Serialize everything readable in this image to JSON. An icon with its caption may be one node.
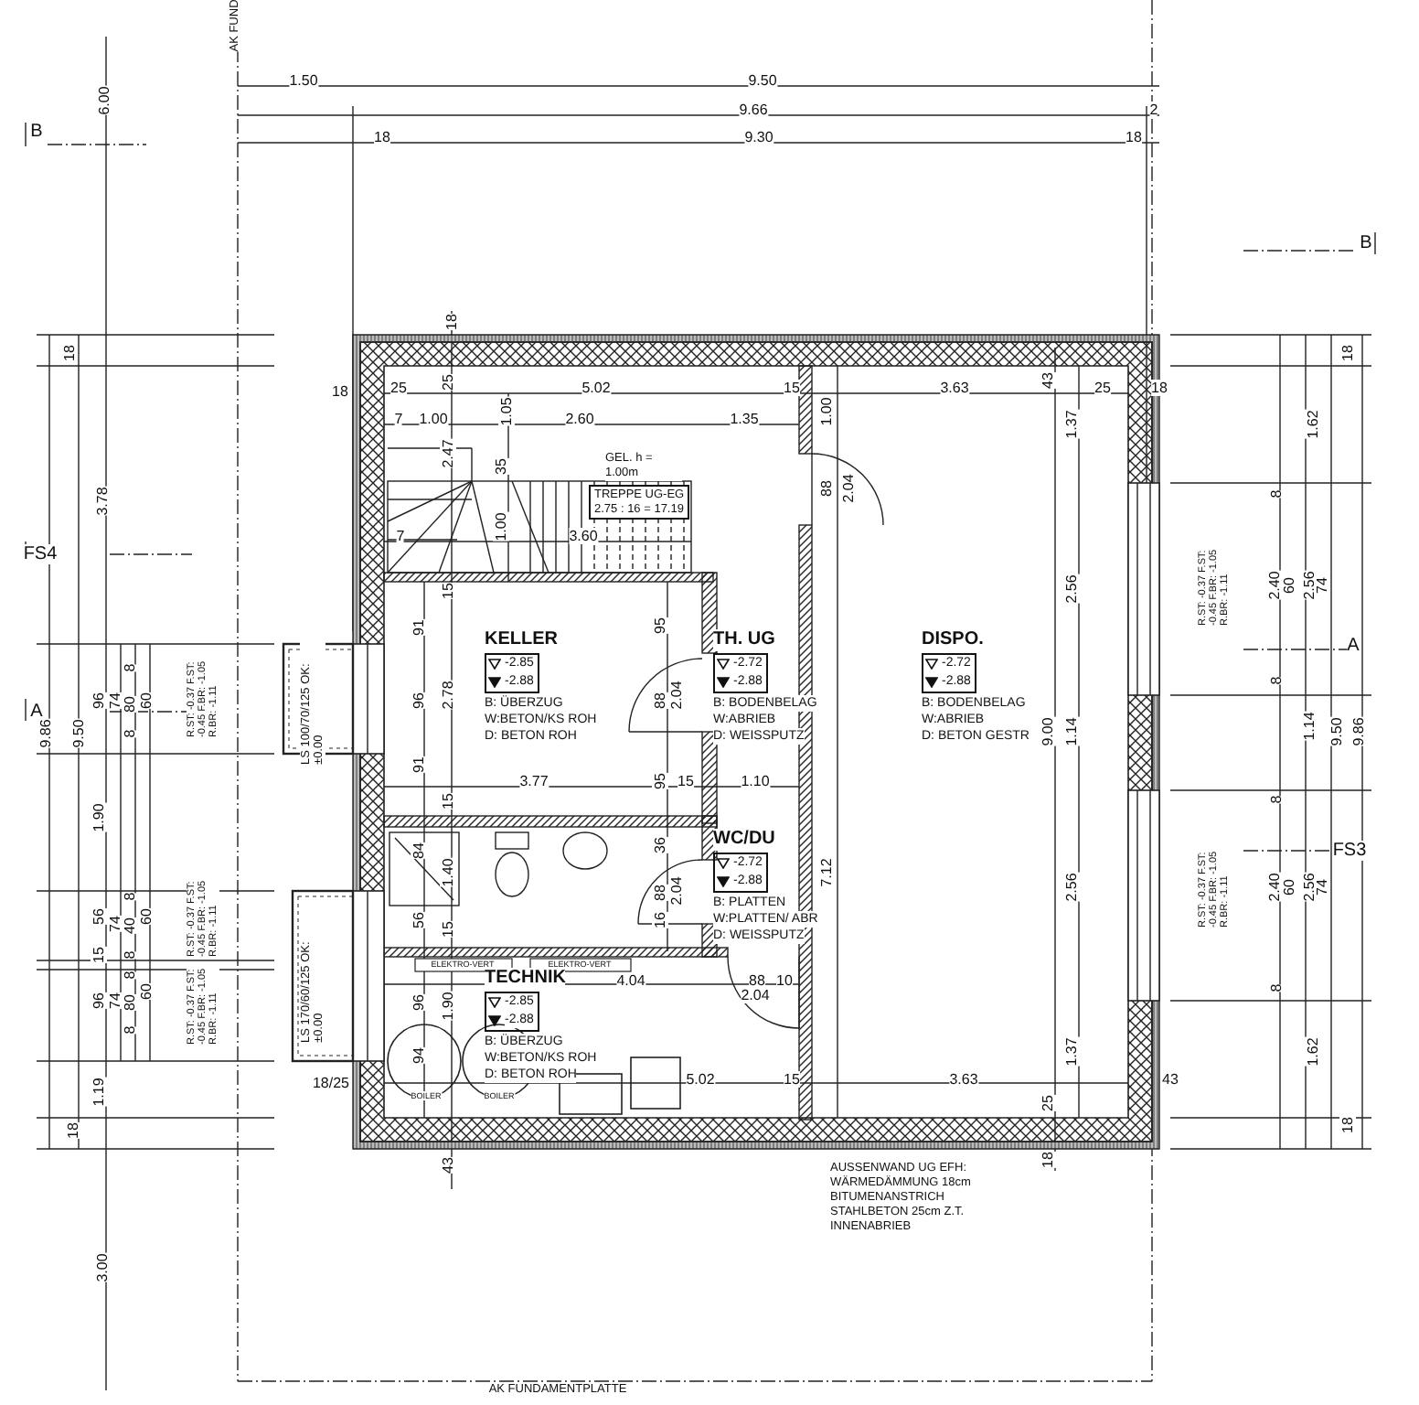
{
  "diagram": {
    "nodes": [
      {
        "text": [
          "KELLER",
          "-2.85",
          "-2.88",
          "B: ÜBERZUG",
          "W:BETON/KS ROH",
          "D: BETON ROH"
        ]
      },
      {
        "text": [
          "TH. UG",
          "-2.72",
          "-2.88",
          "B: BODENBELAG",
          "W:ABRIEB",
          "D: WEISSPUTZ"
        ]
      },
      {
        "text": [
          "WC/DU",
          "-2.72",
          "-2.88",
          "B: PLATTEN",
          "W:PLATTEN/ ABR",
          "D: WEISSPUTZ"
        ]
      },
      {
        "text": [
          "TECHNIK",
          "-2.85",
          "-2.88",
          "B: ÜBERZUG",
          "W:BETON/KS ROH",
          "D: BETON ROH"
        ]
      },
      {
        "text": [
          "DISPO.",
          "-2.72",
          "-2.88",
          "B: BODENBELAG",
          "W:ABRIEB",
          "D: BETON GESTR"
        ]
      },
      {
        "text": [
          "TREPPE UG-EG",
          "2.75 : 16 = 17.19"
        ]
      }
    ],
    "edges": [],
    "labels": [
      "AK FUND",
      "6.00",
      "B",
      "1.50",
      "9.50",
      "9.66",
      "2",
      "18",
      "9.30",
      "18",
      "B",
      "18",
      "18",
      "18",
      "18",
      "25",
      "25",
      "5.02",
      "15",
      "3.63",
      "43",
      "25",
      "18",
      "7",
      "1.00",
      "1.05",
      "2.60",
      "1.35",
      "1.00",
      "1.37",
      "1.62",
      "2.47",
      "35",
      "GEL. h = 1.00m",
      "88",
      "2.04",
      "8",
      "3.78",
      "1.00",
      "7",
      "3.60",
      "FS4",
      "15",
      "2.56",
      "R.ST: -0.37 F.ST: -0.45 F.BR: -1.05 R.BR: -1.11",
      "2.40",
      "60",
      "2.56",
      "74",
      "91",
      "95",
      "A",
      "8",
      "8",
      "96",
      "74",
      "80",
      "60",
      "R.ST: -0.37 F.ST: -0.45 F.BR: -1.05 R.BR: -1.11",
      "LS 100/70/125 OK: ±0.00",
      "96",
      "2.78",
      "88",
      "2.04",
      "A",
      "8",
      "9.86",
      "9.50",
      "9.00",
      "1.14",
      "1.14",
      "9.50",
      "9.86",
      "91",
      "3.77",
      "95",
      "15",
      "1.10",
      "8",
      "15",
      "1.90",
      "84",
      "36",
      "FS3",
      "1.40",
      "7.12",
      "88",
      "2.04",
      "2.56",
      "R.ST: -0.37 F.ST: -0.45 F.BR: -1.05 R.BR: -1.11",
      "2.40",
      "60",
      "2.56",
      "74",
      "8",
      "56",
      "74",
      "40",
      "60",
      "R.ST: -0.37 F.ST: -0.45 F.BR: -1.05 R.BR: -1.11",
      "56",
      "16",
      "15",
      "15",
      "8",
      "ELEKTRO-VERT",
      "ELEKTRO-VERT",
      "8",
      "LS 170/60/125 OK: ±0.00",
      "4.04",
      "88",
      "10",
      "8",
      "2.04",
      "96",
      "74",
      "80",
      "60",
      "R.ST: -0.37 F.ST: -0.45 F.BR: -1.05 R.BR: -1.11",
      "96",
      "1.90",
      "8",
      "1.37",
      "1.62",
      "94",
      "1.19",
      "18/25",
      "5.02",
      "15",
      "3.63",
      "43",
      "BOILER",
      "BOILER",
      "25",
      "18",
      "18",
      "43",
      "18",
      "AUSSENWAND UG EFH: WÄRMEDÄMMUNG 18cm BITUMENANSTRICH STAHLBETON 25cm Z.T. INNENABRIEB",
      "3.00",
      "AK FUNDAMENTPLATTE"
    ]
  }
}
